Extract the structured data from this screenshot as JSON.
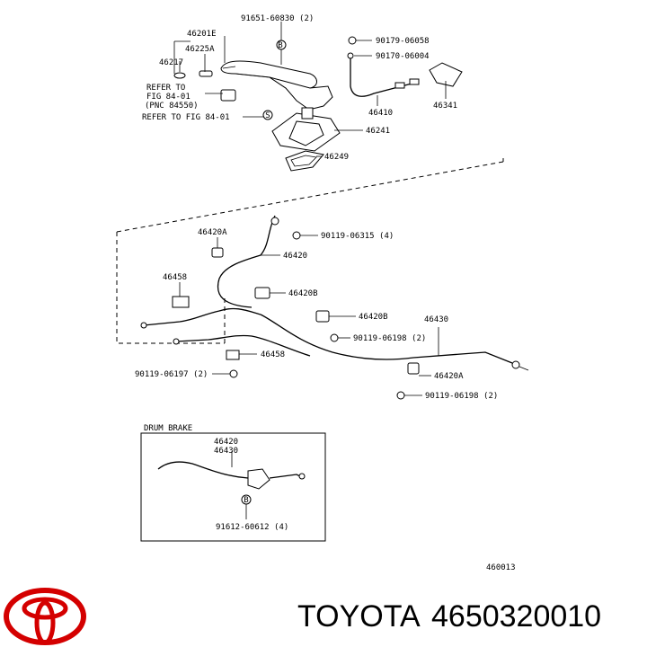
{
  "upper_labels": {
    "bolt_1": "91651-60830 (2)",
    "lever": "46201E",
    "release_rod": "46225A",
    "grip": "46217",
    "refer_1a": "REFER TO",
    "refer_1b": "FIG 84-01",
    "refer_1c": "(PNC 84550)",
    "refer_2": "REFER TO FIG 84-01",
    "nut": "90179-06058",
    "screw": "90170-06004",
    "front_cable": "46410",
    "bracket": "46341",
    "boot": "46241",
    "cover": "46249",
    "circle_b": "B",
    "circle_s": "S"
  },
  "lower_labels": {
    "clamp_a1": "46420A",
    "bolt_a": "90119-06315 (4)",
    "cable_main": "46420",
    "guide": "46458",
    "clamp_b1": "46420B",
    "clamp_b2": "46420B",
    "cable_rh": "46430",
    "bolt_b": "90119-06198 (2)",
    "guide_2": "46458",
    "bolt_c": "90119-06197 (2)",
    "clamp_a2": "46420A",
    "bolt_d": "90119-06198 (2)"
  },
  "drum_brake": {
    "title": "DRUM  BRAKE",
    "cable_1": "46420",
    "cable_2": "46430",
    "bolt": "91612-60612 (4)",
    "circle_b": "B"
  },
  "figure_code": "460013",
  "footer": {
    "brand": "TOYOTA",
    "part_number": "4650320010",
    "logo_color": "#d40000"
  }
}
